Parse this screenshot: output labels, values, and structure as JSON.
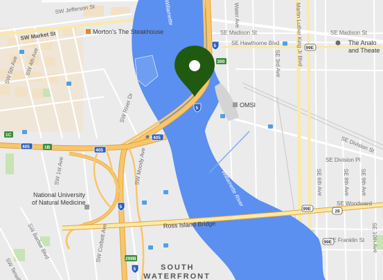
{
  "map": {
    "street_labels": {
      "sw_jefferson": "SW Jefferson St",
      "sw_market": "SW Market St",
      "sw_4th": "SW 4th Ave",
      "sw_5th": "SW 5th Ave",
      "sw_river": "SW River Dr",
      "sw_1st": "SW 1st Ave",
      "sw_moody": "SW Moody Ave",
      "sw_corbett": "SW Corbett Ave",
      "sw_barbur": "SW Barbur Blvd",
      "sw_terwilliger": "SW Terwilliger",
      "se_madison_a": "SE Madison St",
      "se_madison_b": "SE Madison St",
      "se_hawthorne": "SE Hawthorne Blvd",
      "mlk": "Martin Luther King Jr Blvd",
      "se_3rd": "SE 3rd Ave",
      "water_ave": "Water Ave",
      "se_division_st": "SE Division St",
      "se_division_pl": "SE Division Pl",
      "se_6th": "SE 6th Ave",
      "se_8th": "SE 8th Ave",
      "se_9th": "SE 9th Ave",
      "se_woodward": "SE Woodward",
      "se_franklin": "SE Franklin St",
      "se_10th": "SE 10th Ave",
      "ross_island": "Ross Island Bridge",
      "willamette_river": "Willamette River",
      "willamette_top": "Willamette"
    },
    "places": {
      "mortons": "Morton's The Steakhouse",
      "omsi": "OMSI",
      "analog_line1": "The Analo",
      "analog_line2": "and Theate",
      "nunm_line1": "National University",
      "nunm_line2": "of Natural Medicine",
      "south_waterfront_line1": "SOUTH",
      "south_waterfront_line2": "WATERFRONT"
    },
    "shields": {
      "i5_top": "5",
      "i5_mid": "5",
      "i5_low": "5",
      "i5_bottom": "5",
      "i405_a": "405",
      "i405_b": "405",
      "i405_c": "405",
      "us26": "26",
      "or99e_a": "99E",
      "or99e_b": "99E",
      "or99e_c": "99E",
      "exit_300": "300",
      "exit_299b": "299B",
      "exit_1c": "1C",
      "exit_1b": "1B"
    },
    "pin": {
      "icon": "map-pin-icon",
      "color": "#1f5a10"
    },
    "colors": {
      "water": "#5b8ff0",
      "land": "#ebebeb",
      "park": "#c8e3b4",
      "highway": "#f8c66a",
      "highway_edge": "#e2a33c",
      "arterial": "#fbe9a6",
      "street": "#ffffff"
    }
  }
}
